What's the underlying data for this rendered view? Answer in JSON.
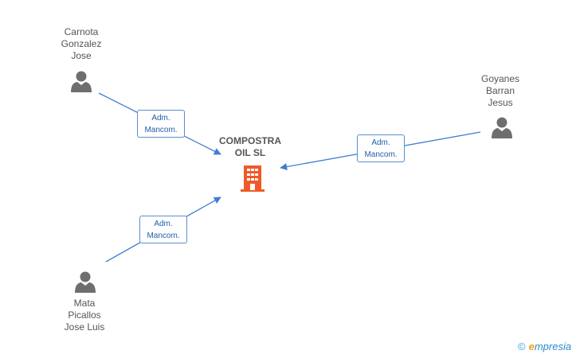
{
  "company": {
    "name_line1": "COMPOSTRA",
    "name_line2": "OIL SL",
    "color": "#f05a28"
  },
  "persons": [
    {
      "line1": "Carnota",
      "line2": "Gonzalez",
      "line3": "Jose"
    },
    {
      "line1": "Goyanes",
      "line2": "Barran",
      "line3": "Jesus"
    },
    {
      "line1": "Mata",
      "line2": "Picallos",
      "line3": "Jose Luis"
    }
  ],
  "edge_labels": [
    {
      "line1": "Adm.",
      "line2": "Mancom."
    },
    {
      "line1": "Adm.",
      "line2": "Mancom."
    },
    {
      "line1": "Adm.",
      "line2": "Mancom."
    }
  ],
  "colors": {
    "edge": "#3f7fcf",
    "person_icon": "#6e6e6e",
    "text": "#555555"
  },
  "icons": {
    "person": "person-icon",
    "company": "building-icon"
  },
  "watermark": {
    "copyright": "©",
    "brand_first": "e",
    "brand_rest": "mpresia"
  }
}
